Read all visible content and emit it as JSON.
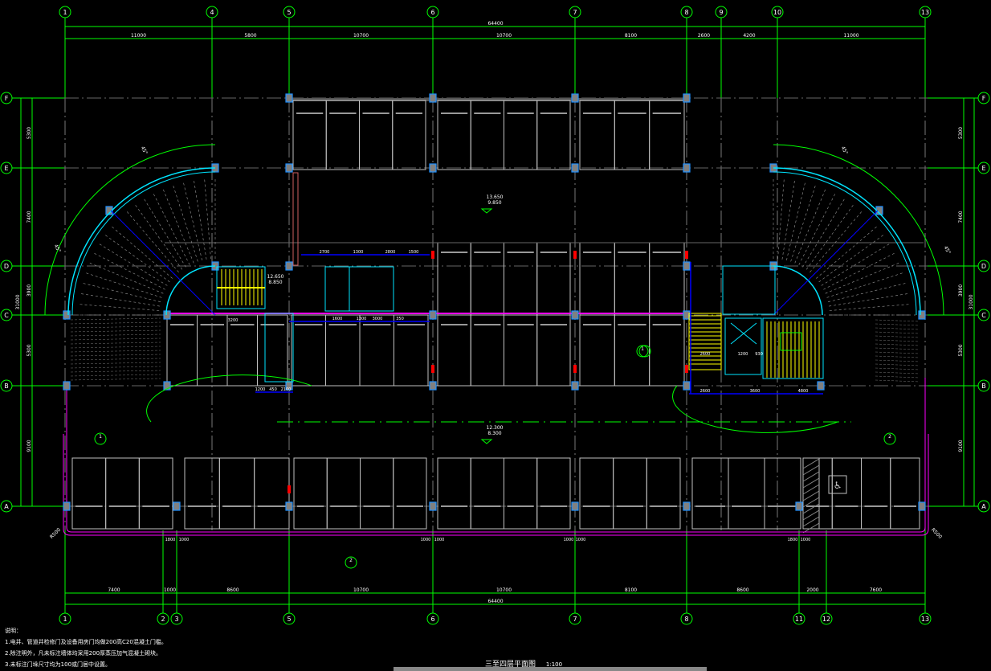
{
  "drawing": {
    "title": "三至四层平面图",
    "scale": "1:100",
    "notes": {
      "heading": "说明：",
      "items": [
        "1.电井、管道井检修门及设备用房门均做200高C20混凝土门槛。",
        "2.除注明外，凡未标注墙体均采用200厚蒸压加气混凝土砌块。",
        "3.未标注门垛尺寸均为100或门居中设置。"
      ]
    }
  },
  "grid": {
    "top_axes": [
      "1",
      "4",
      "5",
      "6",
      "7",
      "8",
      "9",
      "10",
      "13"
    ],
    "bottom_axes": [
      "1",
      "2",
      "3",
      "5",
      "6",
      "7",
      "8",
      "11",
      "12",
      "13"
    ],
    "rows": [
      "F",
      "E",
      "D",
      "C",
      "B",
      "A"
    ]
  },
  "dimensions": {
    "top_segments": [
      "11000",
      "5800",
      "10700",
      "10700",
      "8100",
      "2600",
      "4200",
      "11000"
    ],
    "top_total": "64400",
    "bottom_segments": [
      "7400",
      "1000",
      "8600",
      "10700",
      "10700",
      "8100",
      "8600",
      "2000",
      "7600"
    ],
    "bottom_total": "64400",
    "left_segments": [
      "5300",
      "7400",
      "3900",
      "5300",
      "9100"
    ],
    "left_total": "31000",
    "right_segments": [
      "5300",
      "7400",
      "3900",
      "5300",
      "9100"
    ],
    "right_total": "31000",
    "core_left": [
      "2700",
      "1300",
      "2800",
      "1500",
      "1600",
      "1300",
      "3000",
      "350",
      "1200",
      "450",
      "2100",
      "3200"
    ],
    "core_right": [
      "2600",
      "3600",
      "4800",
      "2600",
      "1200",
      "930"
    ],
    "door_widths": [
      "1800",
      "1000",
      "1000",
      "1000",
      "1000",
      "1000",
      "1800",
      "1000"
    ],
    "corner_radius": "R500"
  },
  "elevations": {
    "upper": [
      "13.650",
      "9.850"
    ],
    "lower": [
      "12.300",
      "8.300"
    ],
    "stair_left": [
      "12.650",
      "8.850"
    ]
  },
  "angles": [
    "45°",
    "45°",
    "45°",
    "45°"
  ],
  "section_marks": [
    "1",
    "2",
    "2",
    "1"
  ],
  "colors": {
    "grid": "#00ff00",
    "wall": "#c0c0c0",
    "curve": "#00e5ff",
    "dim_core": "#0000ff",
    "outline": "#ff00ff",
    "stair": "#ffff00",
    "column": "#808080",
    "column_edge": "#1e90ff",
    "hydrant": "#ff0000"
  }
}
